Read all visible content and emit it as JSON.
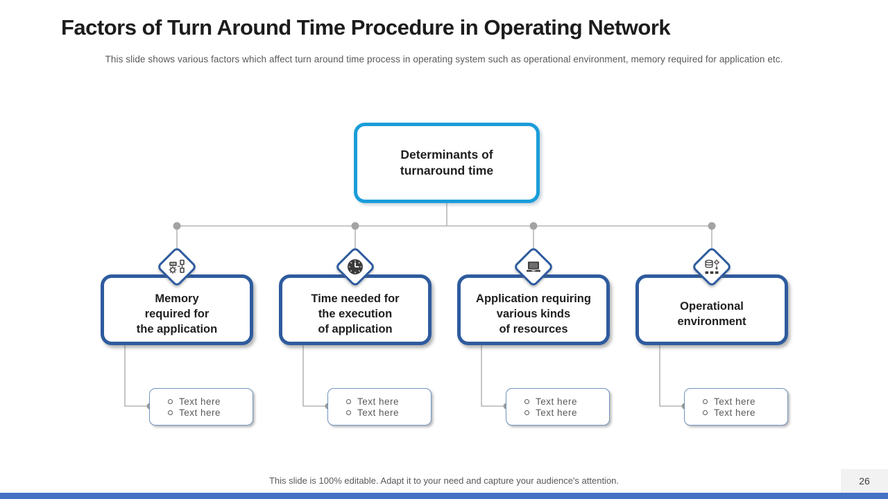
{
  "slide": {
    "title": "Factors of Turn Around Time Procedure in Operating Network",
    "subtitle": "This slide shows various factors which affect turn around time process in operating system such as operational environment, memory required for application etc.",
    "footer": "This slide is 100% editable. Adapt it to your need and capture your audience's attention.",
    "page_number": "26"
  },
  "colors": {
    "root_border": "#1b9dd9",
    "factor_border": "#2e5b9e",
    "connector_gray": "#a6a6a6",
    "note_border": "#7093bd",
    "muted_text": "#595959",
    "accent_bar": "#4472c4",
    "page_box_bg": "#f2f2f2"
  },
  "diagram": {
    "root": {
      "label": "Determinants of\nturnaround time"
    },
    "factors": [
      {
        "label": "Memory\nrequired for\nthe application",
        "icon": "memory-icon",
        "bullets": [
          "Text here",
          "Text here"
        ]
      },
      {
        "label": "Time needed for\nthe execution\nof application",
        "icon": "clock-icon",
        "bullets": [
          "Text here",
          "Text here"
        ]
      },
      {
        "label": "Application requiring\nvarious kinds\nof resources",
        "icon": "laptop-icon",
        "bullets": [
          "Text here",
          "Text here"
        ]
      },
      {
        "label": "Operational\nenvironment",
        "icon": "database-icon",
        "bullets": [
          "Text here",
          "Text here"
        ]
      }
    ]
  }
}
